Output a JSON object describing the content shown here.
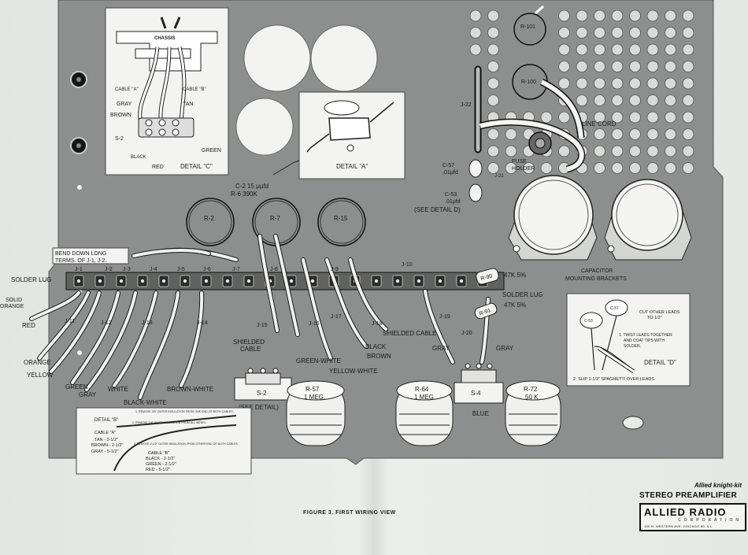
{
  "figure_caption": "FIGURE 3.  FIRST WIRING VIEW",
  "brand": {
    "kit_line": "Allied knight-kit",
    "product": "STEREO PREAMPLIFIER",
    "company": "ALLIED RADIO",
    "corporation": "CORPORATION",
    "address": "100 N. WESTERN AVE.  CHICAGO 80, ILL."
  },
  "detail_c": {
    "chassis": "CHASSIS",
    "cable_a": "CABLE \"A\"",
    "cable_b": "CABLE \"B\"",
    "gray": "GRAY",
    "tan": "TAN",
    "brown": "BROWN",
    "s2": "S-2",
    "green": "GREEN",
    "black": "BLACK",
    "red": "RED",
    "title": "DETAIL \"C\""
  },
  "detail_a": {
    "title": "DETAIL \"A\""
  },
  "c2_line1": "C-2  15 μμfd",
  "c2_line2": "R-6  390K",
  "controls": {
    "r2": "R-2",
    "r7": "R-7",
    "r15": "R-15",
    "r101": "R-101",
    "r100": "R-100",
    "r57": "R-57",
    "r57v": "1 MEG.",
    "r64": "R-64",
    "r64v": "1 MEG",
    "r72": "R-72",
    "r72v": "50 K"
  },
  "right_panel": {
    "j22": "J-22",
    "line_cord": "LINE CORD",
    "fuse_holder": "FUSE\nHOLDER",
    "c57": "C-57",
    "c57v": ".01μfd",
    "c53": "C-53",
    "c53v": ".01μfd",
    "j21": "J-21",
    "see_detail_d": "(SEE DETAIL D)",
    "capacitor_brackets_1": "CAPACITOR",
    "capacitor_brackets_2": "MOUNTING BRACKETS"
  },
  "strip": {
    "bend_1": "BEND DOWN LONG",
    "bend_2": "TERMS. OF  J-1, J-2.",
    "solder_lug_left": "SOLDER LUG",
    "solid_orange_1": "SOLID",
    "solid_orange_2": "ORANGE",
    "j_labels": [
      "J-1",
      "J-2",
      "J-3",
      "J-4",
      "J-5",
      "J-6",
      "J-7",
      "J-8",
      "J-9",
      "J-10",
      "J-11",
      "J-12",
      "J-13",
      "J-14",
      "J-15",
      "J-16",
      "J-17",
      "J-18",
      "J-19",
      "J-20"
    ],
    "r90": "R-90",
    "r90v": "47K 5%",
    "r91": "R-91",
    "r91v": "47K 5%",
    "solder_lug_right": "SOLDER LUG"
  },
  "wires": {
    "red": "RED",
    "orange": "ORANGE",
    "yellow": "YELLOW",
    "green": "GREEN",
    "gray": "GRAY",
    "white": "WHITE",
    "black_white": "BLACK-WHITE",
    "brown_white": "BROWN-WHITE",
    "shielded_1": "SHIELDED",
    "shielded_2": "CABLE",
    "green_white": "GREEN-WHITE",
    "yellow_white": "YELLOW-WHITE",
    "black": "BLACK",
    "brown": "BROWN",
    "shielded_cable": "SHIELDED  CABLE",
    "gray_left": "GRAY",
    "gray_right": "GRAY",
    "blue": "BLUE"
  },
  "switches": {
    "s2": "S-2",
    "see_detail": "(SEE DETAIL)",
    "s4": "S-4"
  },
  "detail_b": {
    "title": "DETAIL \"B\"",
    "note1": "1. REMOVE 3/4\" OUTER INSULATION FROM ONE END OF BOTH CABLES.",
    "note2": "2. REMOVE 1/4\" INNER INSULATION FROM ALL WIRES.",
    "note3": "3. REMOVE 2-1/2\" OUTER INSULATION FROM OTHER END OF BOTH CABLES.",
    "cable_a": "CABLE \"A\"",
    "tan": "TAN - 2-1/2\"",
    "brown": "BROWN - 2-1/2\"",
    "gray": "GRAY - 5-1/2\"",
    "cable_b": "CABLE \"B\"",
    "black": "BLACK - 2-1/2\"",
    "green": "GREEN - 2-1/2\"",
    "red": "RED - 5-1/2\""
  },
  "detail_d": {
    "c53": "C-53",
    "c57": "C-57",
    "cut": "CUT OTHER LEADS",
    "cut2": "TO 1/2\"",
    "twist1": "1. TWIST LEADS TOGETHER",
    "twist2": "AND COAT TIPS WITH",
    "twist3": "SOLDER.",
    "title": "DETAIL \"D\"",
    "slip": "2.  SLIP 1-1/2\" SPAGHETTI OVER LEADS."
  }
}
